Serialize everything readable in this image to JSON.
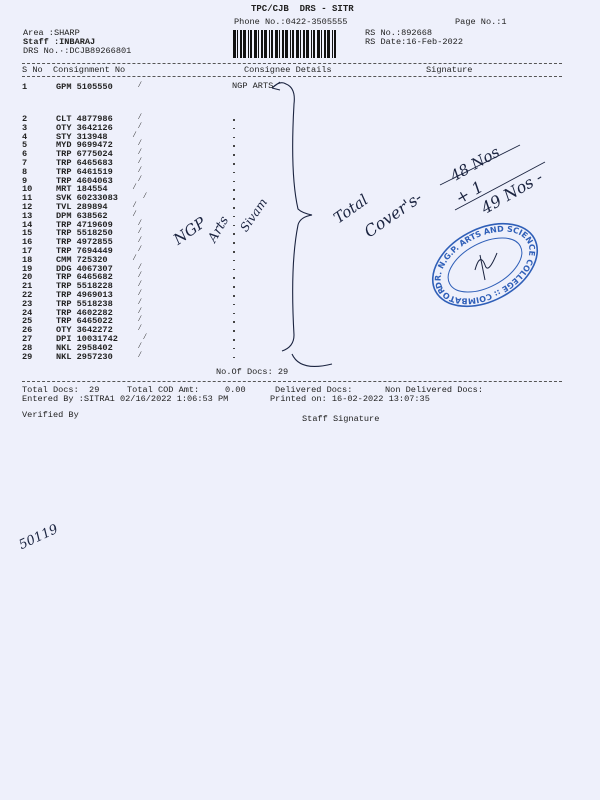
{
  "header": {
    "title": "TPC/CJB  DRS - SITR",
    "phone": "Phone No.:0422-3505555",
    "page_no": "Page No.:1",
    "area": "Area :SHARP",
    "staff": "Staff :INBARAJ",
    "drs_no": "DRS No.·:DCJB89266801",
    "rs_no": "RS No.:892668",
    "rs_date": "RS Date:16-Feb-2022"
  },
  "columns": [
    "S No",
    "Consignment No",
    "Consignee Details",
    "Signature"
  ],
  "consignee_first": "NGP ARTS",
  "rows": [
    {
      "sno": "1",
      "cno": "GPM 5105550"
    },
    {
      "sno": "2",
      "cno": "CLT 4877986"
    },
    {
      "sno": "3",
      "cno": "OTY 3642126"
    },
    {
      "sno": "4",
      "cno": "STY 313948"
    },
    {
      "sno": "5",
      "cno": "MYD 9699472"
    },
    {
      "sno": "6",
      "cno": "TRP 6775024"
    },
    {
      "sno": "7",
      "cno": "TRP 6465683"
    },
    {
      "sno": "8",
      "cno": "TRP 6461519"
    },
    {
      "sno": "9",
      "cno": "TRP 4604063"
    },
    {
      "sno": "10",
      "cno": "MRT 184554"
    },
    {
      "sno": "11",
      "cno": "SVK 60233083"
    },
    {
      "sno": "12",
      "cno": "TVL 289894"
    },
    {
      "sno": "13",
      "cno": "DPM 638562"
    },
    {
      "sno": "14",
      "cno": "TRP 4719609"
    },
    {
      "sno": "15",
      "cno": "TRP 5518250"
    },
    {
      "sno": "16",
      "cno": "TRP 4972855"
    },
    {
      "sno": "17",
      "cno": "TRP 7694449"
    },
    {
      "sno": "18",
      "cno": "CMM 725320"
    },
    {
      "sno": "19",
      "cno": "DDG 4067307"
    },
    {
      "sno": "20",
      "cno": "TRP 6465682"
    },
    {
      "sno": "21",
      "cno": "TRP 5518228"
    },
    {
      "sno": "22",
      "cno": "TRP 4969013"
    },
    {
      "sno": "23",
      "cno": "TRP 5518238"
    },
    {
      "sno": "24",
      "cno": "TRP 4602282"
    },
    {
      "sno": "25",
      "cno": "TRP 6465022"
    },
    {
      "sno": "26",
      "cno": "OTY 3642272"
    },
    {
      "sno": "27",
      "cno": "DPI 10031742"
    },
    {
      "sno": "28",
      "cno": "NKL 2958402"
    },
    {
      "sno": "29",
      "cno": "NKL 2957230"
    }
  ],
  "no_of_docs": "No.Of Docs: 29",
  "footer": {
    "total_docs": "Total Docs:  29",
    "total_cod": "Total COD Amt:     0.00",
    "delivered": "Delivered Docs:",
    "non_delivered": "Non Delivered Docs:",
    "entered_by": "Entered By :SITRA1 02/16/2022 1:06:53 PM",
    "printed_on": "Printed on: 16-02-2022 13:07:35",
    "verified_by": "Verified By",
    "staff_signature": "Staff Signature"
  },
  "handwriting": {
    "ngp_note": [
      "NGP",
      "Arts",
      "Sivam"
    ],
    "total_line1": "Total",
    "total_line2": "Cover's-",
    "count1": "48 Nos",
    "plus": "+ 1",
    "count2": "49 Nos -",
    "margin_number": "50119"
  },
  "stamp": {
    "text": "DR. N.G.P. ARTS AND SCIENCE COLLEGE :: COIMBATORE-48 ::",
    "color": "#2f5fb8"
  }
}
